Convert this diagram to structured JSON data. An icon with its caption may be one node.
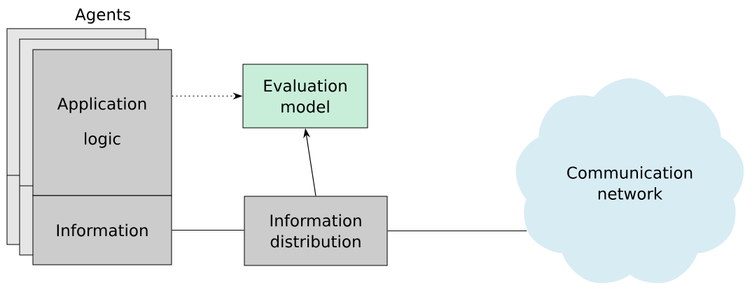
{
  "diagram": {
    "nodes": [
      {
        "text": [
          "Application logic"
        ]
      },
      {
        "text": [
          "Information"
        ]
      },
      {
        "text": [
          "Evaluation model"
        ]
      },
      {
        "text": [
          "Information distribution"
        ]
      },
      {
        "text": [
          "Communication network"
        ]
      }
    ],
    "edges": [
      {
        "from": 0,
        "to": 2,
        "arrow": "to",
        "style": "dashed"
      },
      {
        "from": 3,
        "to": 2,
        "arrow": "to"
      },
      {
        "from": 1,
        "to": 3,
        "arrow": "none"
      },
      {
        "from": 3,
        "to": 4,
        "arrow": "none"
      }
    ],
    "labels": [
      "Agents"
    ]
  }
}
